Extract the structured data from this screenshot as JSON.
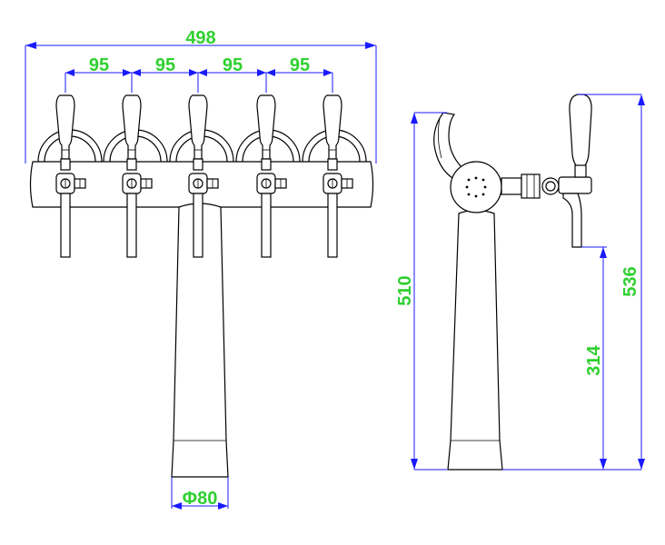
{
  "dimensions": {
    "overall_width": "498",
    "tap_spacing": [
      "95",
      "95",
      "95",
      "95"
    ],
    "column_diameter": "Φ80",
    "side_height": "510",
    "side_total_height": "536",
    "spout_height": "314"
  },
  "colors": {
    "dimension_line": "#1a1aff",
    "dimension_text": "#2fd02f",
    "outline": "#000000"
  }
}
